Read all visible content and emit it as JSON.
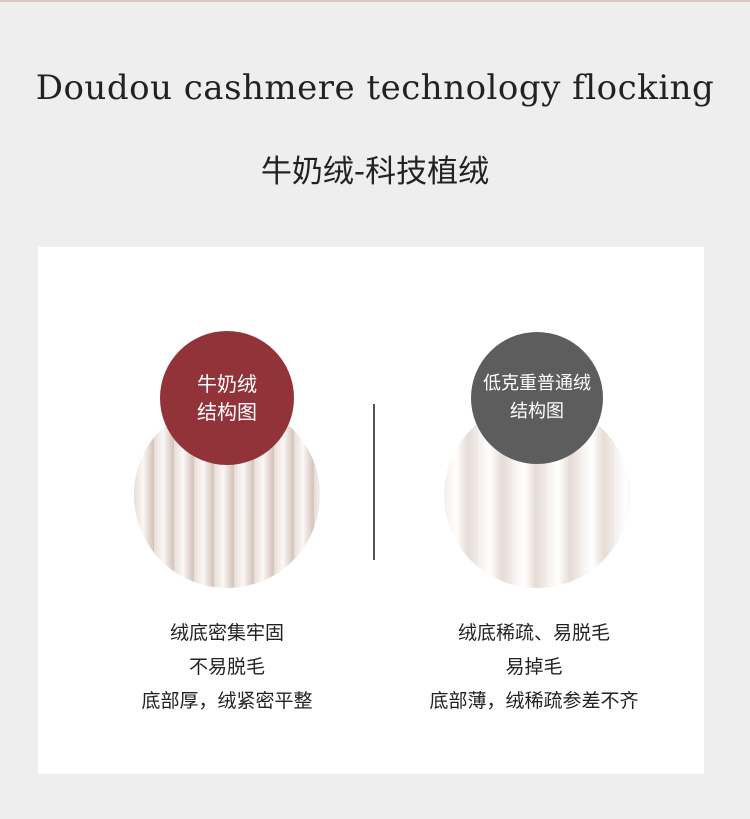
{
  "header": {
    "title_en": "Doudou cashmere technology flocking",
    "title_cn": "牛奶绒-科技植绒"
  },
  "left": {
    "badge_lines": [
      "牛奶绒",
      "结构图"
    ],
    "badge_color": "#923339",
    "desc_lines": [
      "绒底密集牢固",
      "不易脱毛",
      "底部厚，绒紧密平整"
    ]
  },
  "right": {
    "badge_lines": [
      "低克重普通绒",
      "结构图"
    ],
    "badge_color": "#5d5d5d",
    "desc_lines": [
      "绒底稀疏、易脱毛",
      "易掉毛",
      "底部薄，绒稀疏参差不齐"
    ]
  }
}
